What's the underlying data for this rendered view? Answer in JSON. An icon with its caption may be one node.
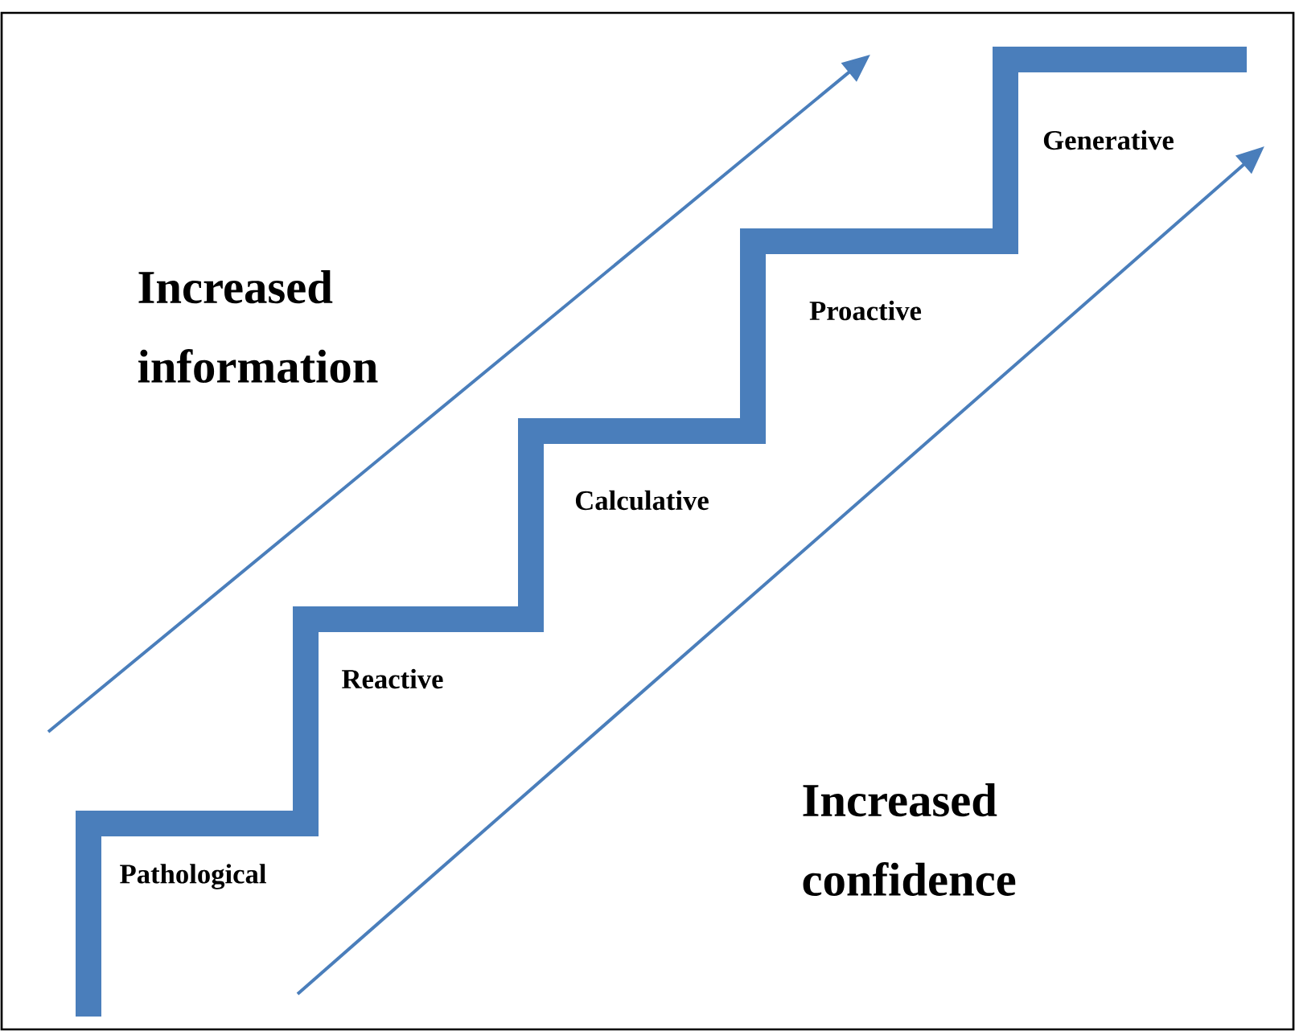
{
  "diagram": {
    "labels": [
      "Generative",
      "Increased information",
      "Proactive",
      "Calculative",
      "Reactive",
      "Increased confidence",
      "Pathological"
    ]
  }
}
